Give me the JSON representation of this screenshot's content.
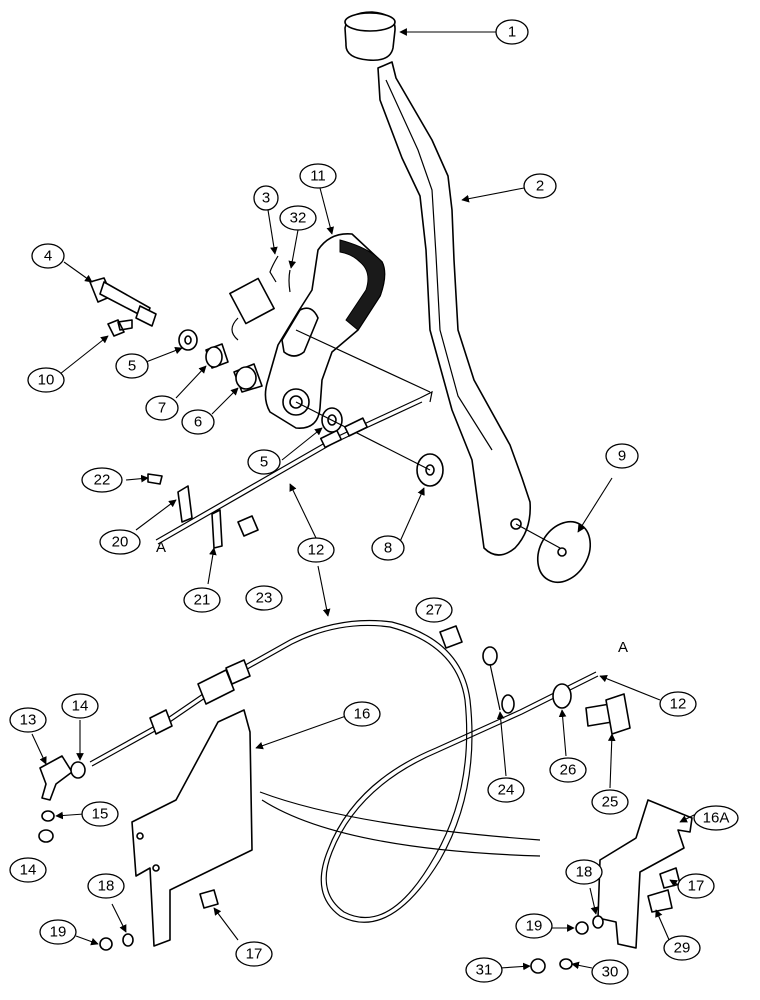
{
  "callouts": [
    "1",
    "2",
    "3",
    "4",
    "5",
    "6",
    "7",
    "5",
    "8",
    "9",
    "10",
    "11",
    "32",
    "22",
    "20",
    "21",
    "23",
    "12",
    "12",
    "27",
    "12",
    "13",
    "14",
    "15",
    "14",
    "16",
    "24",
    "26",
    "25",
    "16A",
    "17",
    "18",
    "19",
    "17",
    "18",
    "19",
    "29",
    "31",
    "30"
  ],
  "section_letters": [
    "A",
    "A"
  ]
}
